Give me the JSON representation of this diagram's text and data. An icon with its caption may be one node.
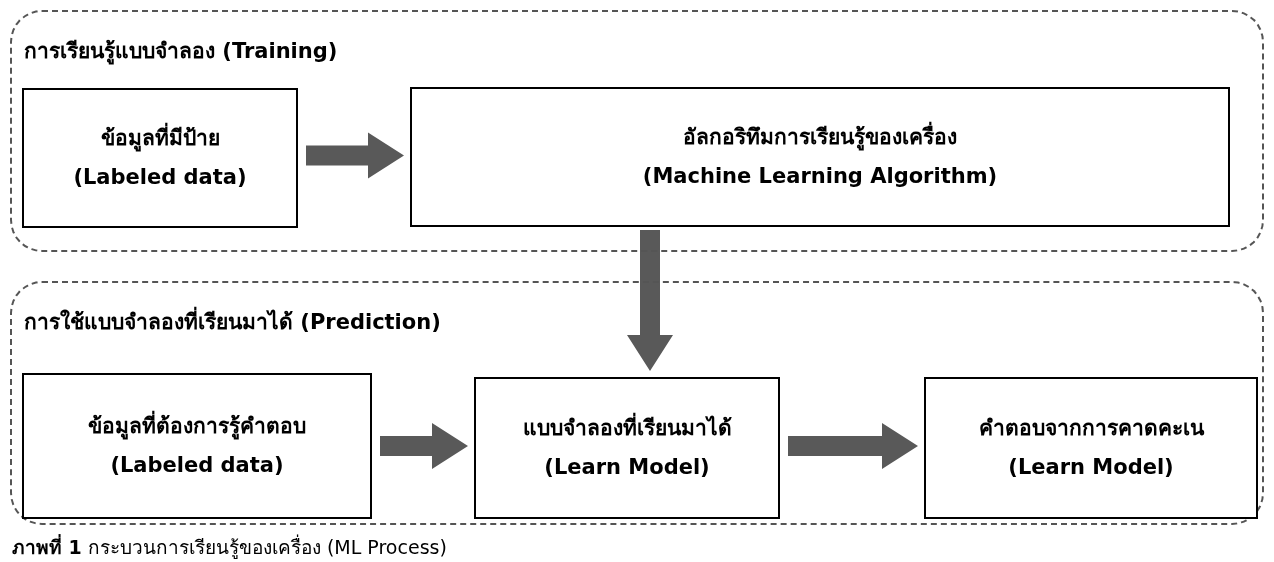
{
  "diagram": {
    "caption": "**ภาพที่ 1** กระบวนการเรียนรู้ของเครื่อง (ML Process)",
    "nodes": [
      {
        "text": [
          "การเรียนรู้แบบจำลอง (Training)"
        ]
      },
      {
        "text": [
          "ข้อมูลที่มีป้าย",
          "(Labeled data)"
        ],
        "in": 0
      },
      {
        "text": [
          "อัลกอริทึมการเรียนรู้ของเครื่อง",
          "(Machine Learning Algorithm)"
        ],
        "in": 0
      },
      {
        "text": [
          "การใช้แบบจำลองที่เรียนมาได้ (Prediction)"
        ]
      },
      {
        "text": [
          "ข้อมูลที่ต้องการรู้คำตอบ",
          "(Labeled data)"
        ],
        "in": 3
      },
      {
        "text": [
          "แบบจำลองที่เรียนมาได้",
          "(Learn Model)"
        ],
        "in": 3
      },
      {
        "text": [
          "คำตอบจากการคาดคะเน",
          "(Learn Model)"
        ],
        "in": 3
      }
    ],
    "edges": [
      {
        "from": 1,
        "to": 2,
        "arrow": "to",
        "style": "thick"
      },
      {
        "from": 2,
        "to": 5,
        "arrow": "to",
        "style": "thick"
      },
      {
        "from": 4,
        "to": 5,
        "arrow": "to",
        "style": "thick"
      },
      {
        "from": 5,
        "to": 6,
        "arrow": "to",
        "style": "thick"
      }
    ]
  }
}
